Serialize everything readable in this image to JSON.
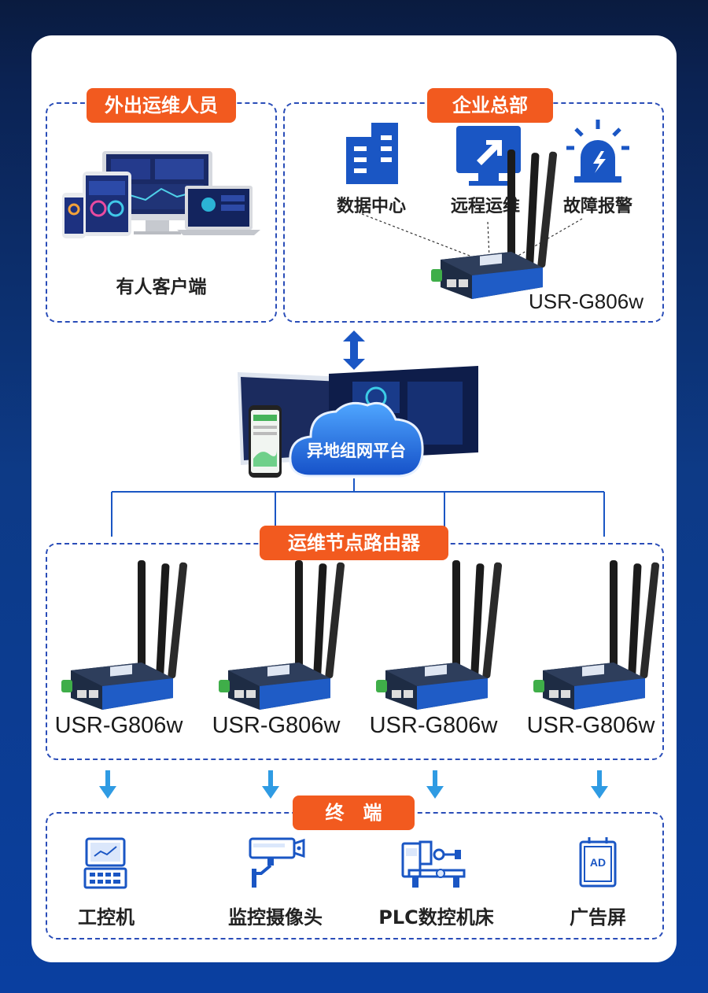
{
  "field_staff": {
    "title": "外出运维人员",
    "client_label": "有人客户端"
  },
  "hq": {
    "title": "企业总部",
    "icons": [
      {
        "label": "数据中心",
        "icon": "building-icon"
      },
      {
        "label": "远程运维",
        "icon": "remote-monitor-icon"
      },
      {
        "label": "故障报警",
        "icon": "alarm-light-icon"
      }
    ],
    "router_model": "USR-G806w"
  },
  "platform": {
    "label": "异地组网平台"
  },
  "nodes": {
    "title": "运维节点路由器",
    "routers": [
      {
        "model": "USR-G806w"
      },
      {
        "model": "USR-G806w"
      },
      {
        "model": "USR-G806w"
      },
      {
        "model": "USR-G806w"
      }
    ]
  },
  "terminals": {
    "title": "终　端",
    "items": [
      {
        "label": "工控机",
        "icon": "industrial-pc-icon"
      },
      {
        "label": "监控摄像头",
        "icon": "security-camera-icon"
      },
      {
        "label": "PLC数控机床",
        "icon": "cnc-machine-icon"
      },
      {
        "label": "广告屏",
        "icon": "ad-screen-icon"
      }
    ],
    "ad_icon_text": "AD"
  },
  "colors": {
    "accent_orange": "#f25a1f",
    "brand_blue": "#1a56c4",
    "dashed_border": "#2a4db8"
  }
}
